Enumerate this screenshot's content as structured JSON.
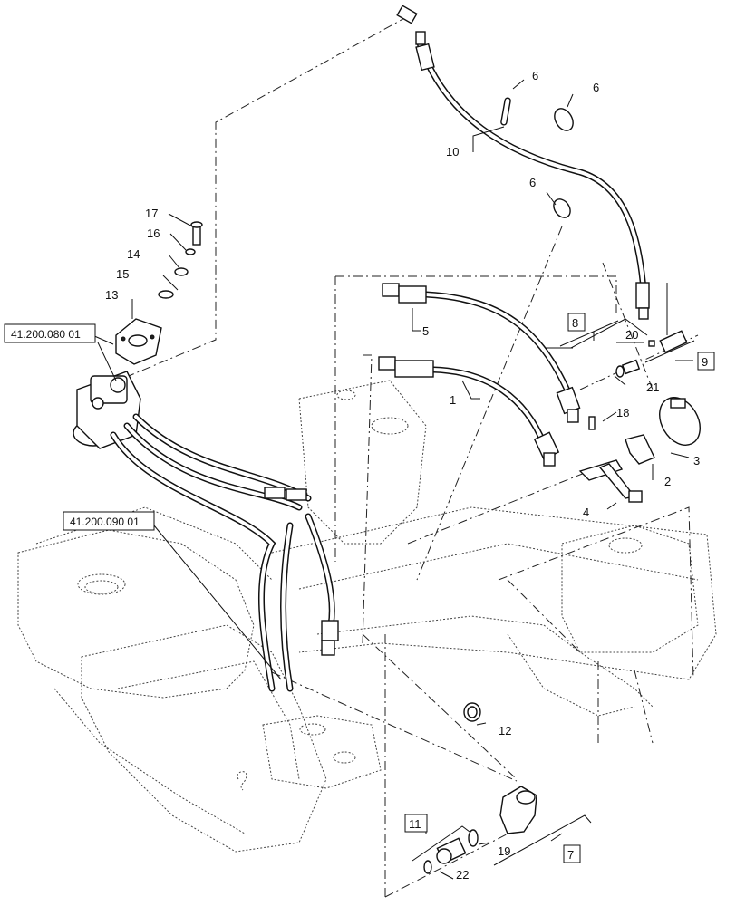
{
  "reference_labels": {
    "ref_top": "41.200.080 01",
    "ref_mid": "41.200.090 01"
  },
  "callouts": {
    "c1": "1",
    "c2": "2",
    "c3": "3",
    "c4": "4",
    "c5": "5",
    "c6a": "6",
    "c6b": "6",
    "c6c": "6",
    "c7": "7",
    "c8": "8",
    "c9": "9",
    "c10": "10",
    "c11": "11",
    "c12": "12",
    "c13": "13",
    "c14": "14",
    "c15": "15",
    "c16": "16",
    "c17": "17",
    "c18": "18",
    "c19": "19",
    "c20": "20",
    "c21": "21",
    "c22": "22"
  },
  "colors": {
    "line": "#111111",
    "frame": "#444444",
    "background": "#ffffff"
  }
}
